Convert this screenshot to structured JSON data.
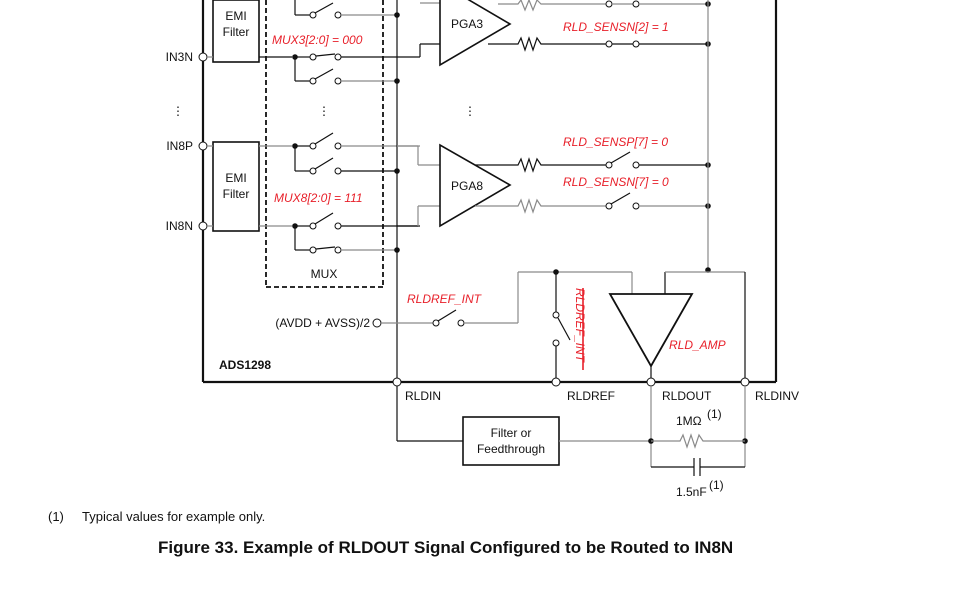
{
  "chip": {
    "name": "ADS1298",
    "pins_left": [
      "IN3N",
      "IN8P",
      "IN8N"
    ],
    "pins_bottom": [
      "RLDIN",
      "RLDREF",
      "RLDOUT",
      "RLDINV"
    ],
    "emi_filter_label_line1": "EMI",
    "emi_filter_label_line2": "Filter",
    "mux_label": "MUX",
    "mux3_setting": "MUX3[2:0] = 000",
    "mux8_setting": "MUX8[2:0] = 111",
    "pga3_label": "PGA3",
    "pga8_label": "PGA8",
    "rld_sensn2": "RLD_SENSN[2] = 1",
    "rld_sensp7": "RLD_SENSP[7] = 0",
    "rld_sensn7": "RLD_SENSN[7] = 0",
    "rldref_int": "RLDREF_INT",
    "rldref_int_bar": "RLDREF_INT",
    "rld_amp": "RLD_AMP",
    "mid_supply": "(AVDD + AVSS)/2",
    "ellipsis": "⋮"
  },
  "external": {
    "filter_line1": "Filter or",
    "filter_line2": "Feedthrough",
    "resistor": "1MΩ",
    "resistor_note": "(1)",
    "capacitor": "1.5nF",
    "capacitor_note": "(1)"
  },
  "footnote": {
    "number": "(1)",
    "text": "Typical values for example only."
  },
  "caption": "Figure 33.  Example of RLDOUT Signal Configured to be Routed to IN8N"
}
